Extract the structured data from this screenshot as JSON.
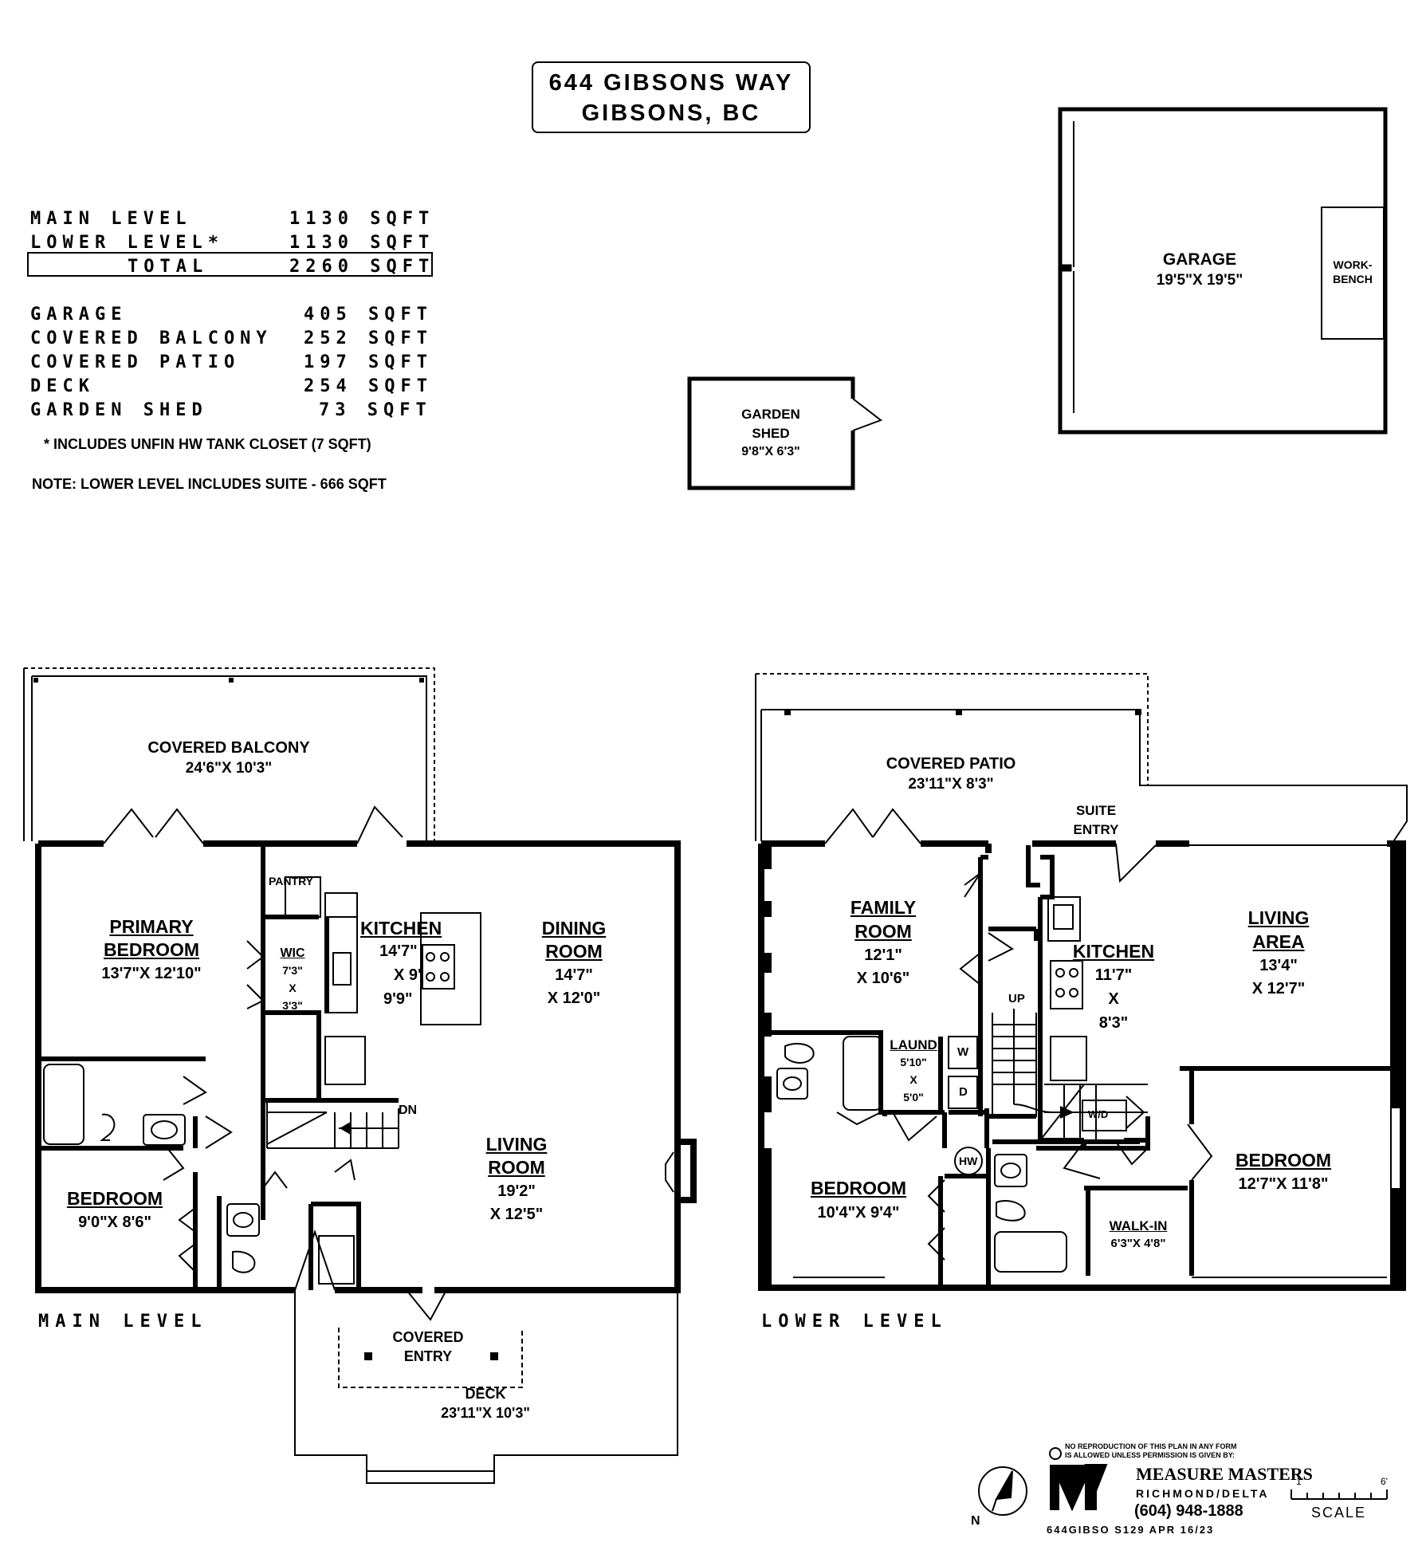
{
  "header": {
    "address_line1": "644 GIBSONS WAY",
    "address_line2": "GIBSONS, BC"
  },
  "areas": [
    {
      "label": "MAIN LEVEL",
      "value": "1130 SQFT"
    },
    {
      "label": "LOWER LEVEL*",
      "value": "1130 SQFT"
    },
    {
      "label": "TOTAL",
      "value": "2260 SQFT"
    },
    {
      "label": "GARAGE",
      "value": "405 SQFT"
    },
    {
      "label": "COVERED BALCONY",
      "value": "252 SQFT"
    },
    {
      "label": "COVERED PATIO",
      "value": "197 SQFT"
    },
    {
      "label": "DECK",
      "value": "254 SQFT"
    },
    {
      "label": "GARDEN SHED",
      "value": "73 SQFT"
    }
  ],
  "footnote": "*  INCLUDES UNFIN HW TANK CLOSET (7 SQFT)",
  "note": "NOTE: LOWER LEVEL INCLUDES SUITE - 666 SQFT",
  "garage": {
    "name": "GARAGE",
    "dim": "19'5\"X 19'5\"",
    "workbench1": "WORK-",
    "workbench2": "BENCH"
  },
  "shed": {
    "name1": "GARDEN",
    "name2": "SHED",
    "dim": "9'8\"X 6'3\""
  },
  "main_level": {
    "label": "MAIN LEVEL",
    "balcony": {
      "name": "COVERED BALCONY",
      "dim": "24'6\"X 10'3\""
    },
    "primary": {
      "name1": "PRIMARY",
      "name2": "BEDROOM",
      "dim": "13'7\"X 12'10\""
    },
    "wic": {
      "name": "WIC",
      "d1": "7'3\"",
      "d2": "X",
      "d3": "3'3\""
    },
    "pantry": "PANTRY",
    "kitchen": {
      "name": "KITCHEN",
      "d1": "14'7\"",
      "d2": "X 9'",
      "d3": "9'9\""
    },
    "dining": {
      "name1": "DINING",
      "name2": "ROOM",
      "d1": "14'7\"",
      "d2": "X 12'0\""
    },
    "dn": "DN",
    "living": {
      "name1": "LIVING",
      "name2": "ROOM",
      "d1": "19'2\"",
      "d2": "X 12'5\""
    },
    "bedroom": {
      "name": "BEDROOM",
      "dim": "9'0\"X 8'6\""
    },
    "entry": {
      "name1": "COVERED",
      "name2": "ENTRY"
    },
    "deck": {
      "name": "DECK",
      "dim": "23'11\"X 10'3\""
    }
  },
  "lower_level": {
    "label": "LOWER LEVEL",
    "patio": {
      "name": "COVERED PATIO",
      "dim": "23'11\"X 8'3\""
    },
    "suite_entry": {
      "l1": "SUITE",
      "l2": "ENTRY"
    },
    "family": {
      "name1": "FAMILY",
      "name2": "ROOM",
      "d1": "12'1\"",
      "d2": "X 10'6\""
    },
    "up": "UP",
    "kitchen": {
      "name": "KITCHEN",
      "d1": "11'7\"",
      "d2": "X",
      "d3": "8'3\""
    },
    "living": {
      "name1": "LIVING",
      "name2": "AREA",
      "d1": "13'4\"",
      "d2": "X 12'7\""
    },
    "laund": {
      "name": "LAUND",
      "d1": "5'10\"",
      "d2": "X",
      "d3": "5'0\""
    },
    "w": "W",
    "d": "D",
    "wd": "W/D",
    "hw": "HW",
    "bedroom1": {
      "name": "BEDROOM",
      "dim": "10'4\"X 9'4\""
    },
    "bedroom2": {
      "name": "BEDROOM",
      "dim": "12'7\"X 11'8\""
    },
    "walkin": {
      "name": "WALK-IN",
      "dim": "6'3\"X 4'8\""
    }
  },
  "footer": {
    "copyright1": "NO REPRODUCTION OF THIS PLAN IN ANY FORM",
    "copyright2": "IS ALLOWED UNLESS PERMISSION IS GIVEN BY:",
    "company": "MEASURE MASTERS",
    "city": "RICHMOND/DELTA",
    "phone": "(604) 948-1888",
    "code": "644GIBSO  S129  APR 16/23",
    "north": "N",
    "scale": "SCALE",
    "scale_left": "1'",
    "scale_right": "6'"
  }
}
